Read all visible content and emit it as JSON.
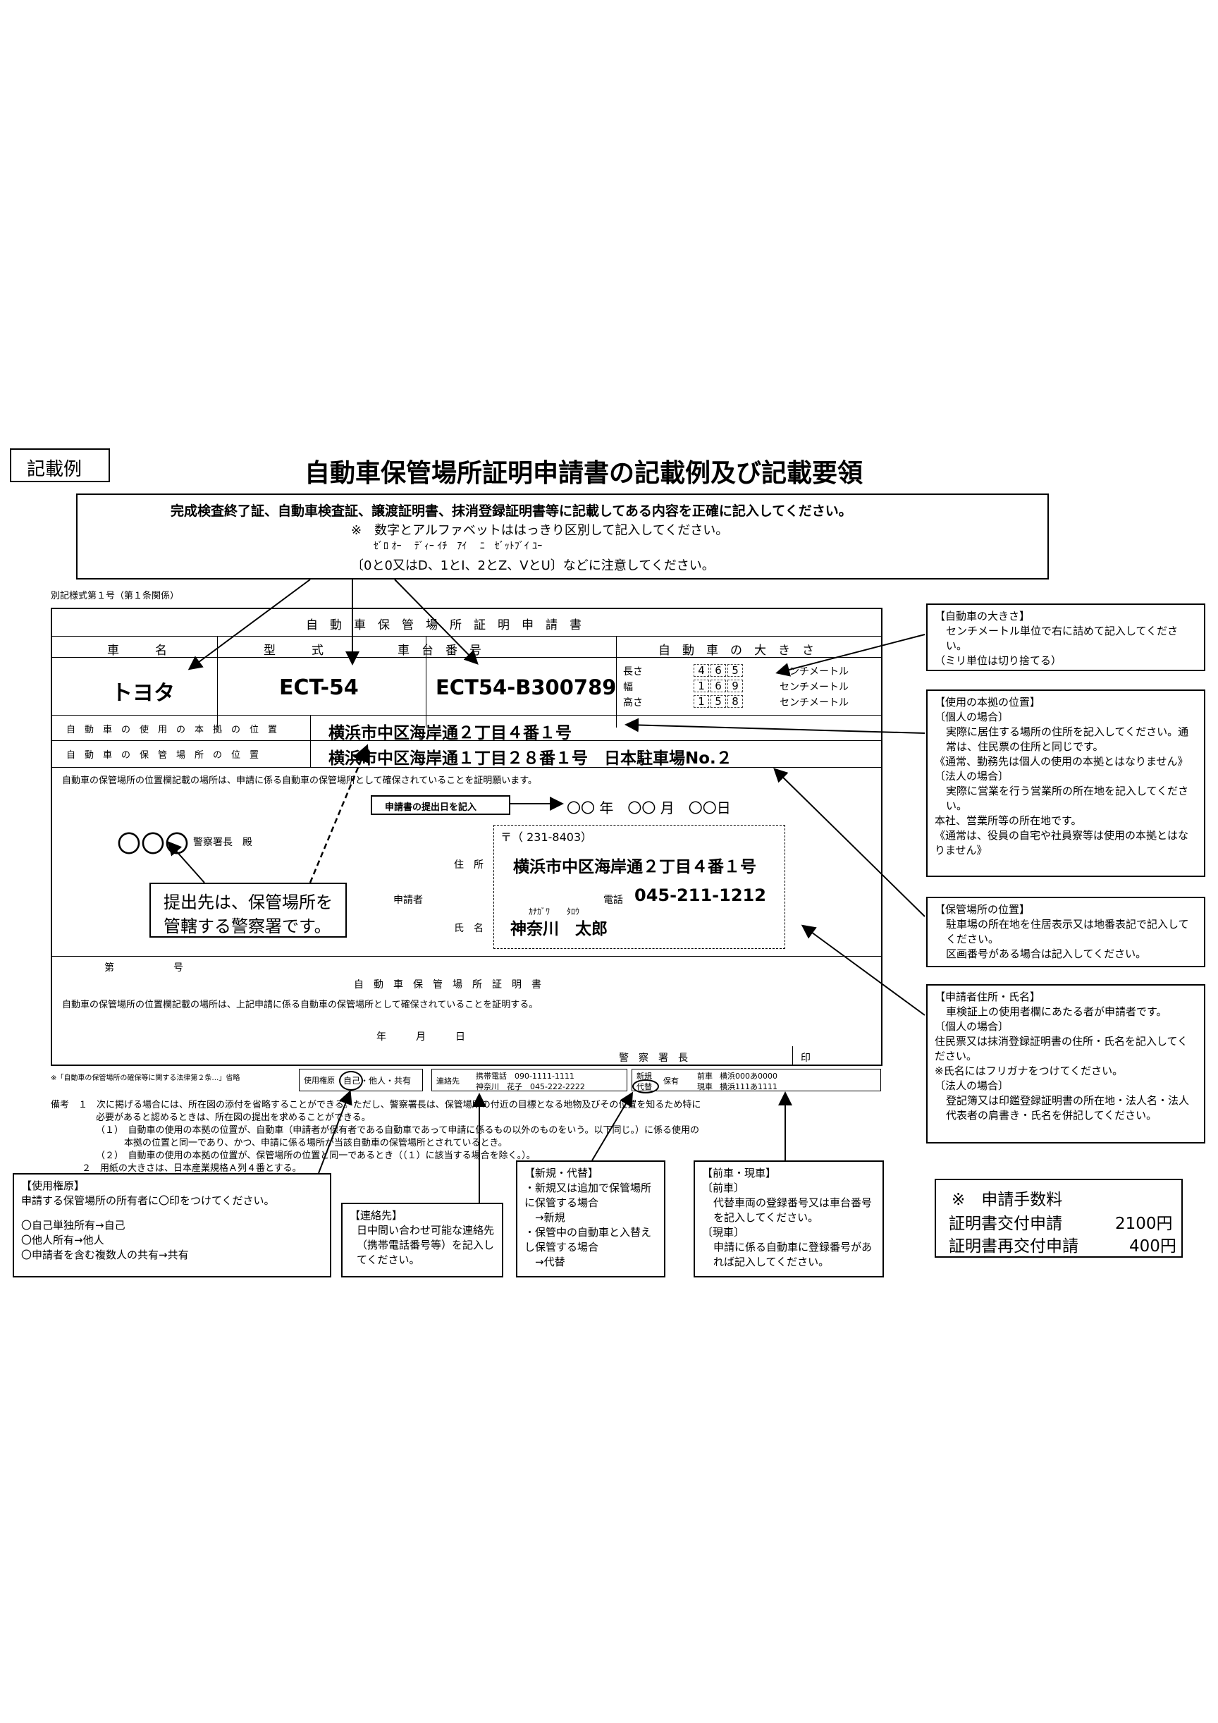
{
  "label_kisairei": "記載例",
  "title": "自動車保管場所証明申請書の記載例及び記載要領",
  "top_note": {
    "line1": "完成検査終了証、自動車検査証、譲渡証明書、抹消登録証明書等に記載してある内容を正確に記入してください。",
    "line2": "※　数字とアルファベットははっきり区別して記入してください。",
    "line3": "ｾﾞﾛ ｵｰ　 ﾃﾞｨｰ ｲﾁ　ｱｲ　 ﾆ　ｾﾞｯﾄﾌﾞｲ ﾕｰ",
    "line4": "〔0と0又はD、1とI、2とZ、VとU〕などに注意してください。"
  },
  "form_caption": "別記様式第１号（第１条関係）",
  "form": {
    "header": "自　動　車　保　管　場　所　証　明　申　請　書",
    "col_name": "車　　　名",
    "col_model": "型　　　式",
    "col_chassis": "車　台　番　号",
    "col_size": "自　動　車　の　大　き　さ",
    "name_value": "トヨタ",
    "model_value": "ECT-54",
    "chassis_value": "ECT54-B300789",
    "size_length_label": "長さ",
    "size_width_label": "幅",
    "size_height_label": "高さ",
    "length_digits": [
      "4",
      "6",
      "5"
    ],
    "width_digits": [
      "1",
      "6",
      "9"
    ],
    "height_digits": [
      "1",
      "5",
      "8"
    ],
    "unit": "センチメートル",
    "use_location_label": "自　動　車　の　使　用　の　本　拠　の　位　置",
    "use_location_value": "横浜市中区海岸通２丁目４番１号",
    "storage_location_label": "自　動　車　の　保　管　場　所　の　位　置",
    "storage_location_value": "横浜市中区海岸通１丁目２８番１号　日本駐車場No.２",
    "declaration": "自動車の保管場所の位置欄記載の場所は、申請に係る自動車の保管場所として確保されていることを証明願います。",
    "date_callout": "申請書の提出日を記入",
    "date_value": "〇〇 年　〇〇 月　〇〇日",
    "police_chief": "〇〇〇",
    "police_chief_suffix": "警察署長　殿",
    "postal_code": "〒（ 231-8403）",
    "address_label": "住　所",
    "address_value": "横浜市中区海岸通２丁目４番１号",
    "applicant_label": "申請者",
    "phone_label": "電話",
    "phone_value": "045-211-1212",
    "name_label": "氏　名",
    "furigana": "ｶﾅｶﾞﾜ　　ﾀﾛｳ",
    "applicant_name": "神奈川　太郎",
    "submit_callout_line1": "提出先は、保管場所を",
    "submit_callout_line2": "管轄する警察署です。",
    "dai_go": "第　　　　　　号",
    "certificate_header": "自　動　車　保　管　場　所　証　明　書",
    "certificate_text": "自動車の保管場所の位置欄記載の場所は、上記申請に係る自動車の保管場所として確保されていることを証明する。",
    "cert_date": "年　　　月　　　日",
    "police_chief_sign": "警　察　署　長",
    "seal": "印"
  },
  "bottom_strip": {
    "footnote": "※「自動車の保管場所の確保等に関する法律第２条…」省略",
    "usage_label": "使用権原",
    "usage_value": "自己・他人・共有",
    "contact_label": "連絡先",
    "contact_line1": "携帯電話　090-1111-1111",
    "contact_line2": "神奈川　花子　045-222-2222",
    "new_label": "新規",
    "replace_label": "代替",
    "type_label": "保有",
    "before_label": "前車",
    "before_value": "横浜000あ0000",
    "current_label": "現車",
    "current_value": "横浜111あ1111"
  },
  "remarks": {
    "line1": "備考　１　次に掲げる場合には、所在図の添付を省略することができる。ただし、警察署長は、保管場所の付近の目標となる地物及びその位置を知るため特に",
    "line2": "必要があると認めるときは、所在図の提出を求めることができる。",
    "line3": "（１）　自動車の使用の本拠の位置が、自動車（申請者が保有者である自動車であって申請に係るもの以外のものをいう。以下同じ。）に係る使用の",
    "line4": "本拠の位置と同一であり、かつ、申請に係る場所が当該自動車の保管場所とされているとき。",
    "line5": "（２）　自動車の使用の本拠の位置が、保管場所の位置と同一であるとき（（１）に該当する場合を除く。）。",
    "line6": "２　用紙の大きさは、日本産業規格Ａ列４番とする。"
  },
  "side_notes": {
    "size": {
      "title": "【自動車の大きさ】",
      "lines": [
        "センチメートル単位で右に詰めて記入してください。",
        "（ミリ単位は切り捨てる）"
      ]
    },
    "use": {
      "title": "【使用の本拠の位置】",
      "lines": [
        "〔個人の場合〕",
        "実際に居住する場所の住所を記入してください。通常は、住民票の住所と同じです。",
        "《通常、勤務先は個人の使用の本拠とはなりません》",
        "〔法人の場合〕",
        "実際に営業を行う営業所の所在地を記入してください。",
        "本社、営業所等の所在地です。",
        "《通常は、役員の自宅や社員寮等は使用の本拠とはなりません》"
      ]
    },
    "storage": {
      "title": "【保管場所の位置】",
      "lines": [
        "駐車場の所在地を住居表示又は地番表記で記入してください。",
        "区画番号がある場合は記入してください。"
      ]
    },
    "applicant": {
      "title": "【申請者住所・氏名】",
      "lines": [
        "車検証上の使用者欄にあたる者が申請者です。",
        "〔個人の場合〕",
        "住民票又は抹消登録証明書の住所・氏名を記入してください。",
        "※氏名にはフリガナをつけてください。",
        "〔法人の場合〕",
        "登記簿又は印鑑登録証明書の所在地・法人名・法人代表者の肩書き・氏名を併記してください。"
      ]
    }
  },
  "bottom_notes": {
    "usage": {
      "title": "【使用権原】",
      "lines": [
        "申請する保管場所の所有者に〇印をつけてください。",
        "",
        "〇自己単独所有→自己",
        "〇他人所有→他人",
        "〇申請者を含む複数人の共有→共有"
      ]
    },
    "contact": {
      "title": "【連絡先】",
      "lines": [
        "日中問い合わせ可能な連絡先（携帯電話番号等）を記入してください。"
      ]
    },
    "new_replace": {
      "title": "【新規・代替】",
      "lines": [
        "・新規又は追加で保管場所に保管する場合",
        "　→新規",
        "・保管中の自動車と入替えし保管する場合",
        "　→代替"
      ]
    },
    "before_current": {
      "title": "【前車・現車】",
      "lines": [
        "〔前車〕",
        "代替車両の登録番号又は車台番号を記入してください。",
        "〔現車〕",
        "申請に係る自動車に登録番号があれば記入してください。"
      ]
    }
  },
  "fee": {
    "title": "※　申請手数料",
    "row1_label": "証明書交付申請",
    "row1_value": "2100円",
    "row2_label": "証明書再交付申請",
    "row2_value": "400円"
  }
}
